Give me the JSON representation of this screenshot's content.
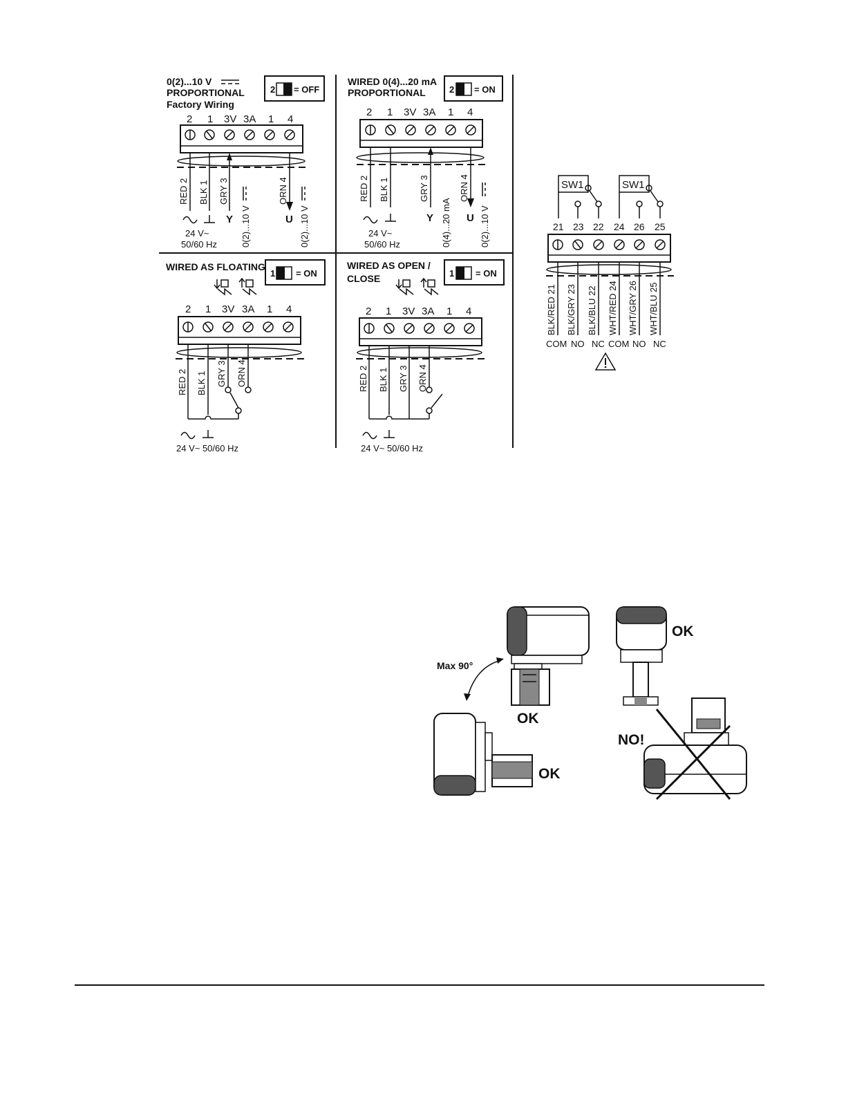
{
  "panels": {
    "p1": {
      "title1": "0(2)...10 V",
      "title2": "PROPORTIONAL",
      "title3": "Factory Wiring",
      "switch_label": "= OFF",
      "switch_num": "2",
      "terminals": [
        "2",
        "1",
        "3V",
        "3A",
        "1",
        "4"
      ],
      "wires": [
        "RED 2",
        "BLK 1",
        "GRY 3",
        "0(2)...10 V",
        "ORN 4",
        "0(2)...10 V"
      ],
      "sym_y": "Y",
      "sym_u": "U",
      "supply1": "24 V~",
      "supply2": "50/60 Hz"
    },
    "p2": {
      "title1": "WIRED 0(4)...20 mA",
      "title2": "PROPORTIONAL",
      "switch_label": "= ON",
      "switch_num": "2",
      "terminals": [
        "2",
        "1",
        "3V",
        "3A",
        "1",
        "4"
      ],
      "wires": [
        "RED 2",
        "BLK 1",
        "GRY 3",
        "0(4)...20 mA",
        "ORN 4",
        "0(2)...10 V"
      ],
      "sym_y": "Y",
      "sym_u": "U",
      "supply1": "24 V~",
      "supply2": "50/60 Hz"
    },
    "p3": {
      "title1": "WIRED AS FLOATING",
      "switch_label": "= ON",
      "switch_num": "1",
      "terminals": [
        "2",
        "1",
        "3V",
        "3A",
        "1",
        "4"
      ],
      "wires": [
        "RED 2",
        "BLK 1",
        "GRY 3",
        "ORN 4"
      ],
      "supply": "24 V~   50/60 Hz"
    },
    "p4": {
      "title1": "WIRED AS OPEN /",
      "title2": "CLOSE",
      "switch_label": "= ON",
      "switch_num": "1",
      "terminals": [
        "2",
        "1",
        "3V",
        "3A",
        "1",
        "4"
      ],
      "wires": [
        "RED 2",
        "BLK 1",
        "GRY 3",
        "ORN 4"
      ],
      "supply": "24 V~   50/60 Hz"
    },
    "aux": {
      "sw_labels": [
        "SW1",
        "SW1"
      ],
      "terminals": [
        "21",
        "23",
        "22",
        "24",
        "26",
        "25"
      ],
      "wires": [
        "BLK/RED 21",
        "BLK/GRY 23",
        "BLK/BLU 22",
        "WHT/RED 24",
        "WHT/GRY 26",
        "WHT/BLU 25"
      ],
      "contacts": [
        "COM",
        "NO",
        "NC",
        "COM",
        "NO",
        "NC"
      ]
    }
  },
  "mounting": {
    "max_angle": "Max 90°",
    "ok_labels": [
      "OK",
      "OK",
      "OK"
    ],
    "no_label": "NO!"
  }
}
